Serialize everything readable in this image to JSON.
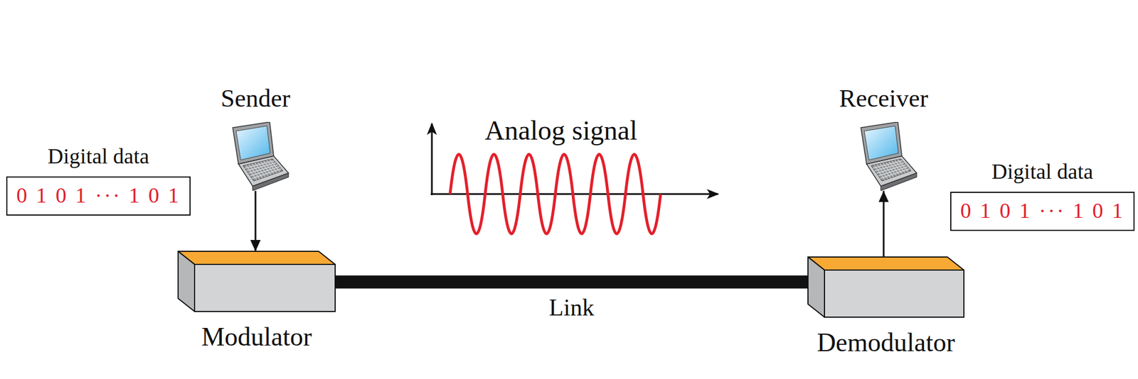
{
  "diagram": {
    "nodes": [
      {
        "text": [
          "Digital data",
          "0 1 0 1 ··· 1 0 1"
        ]
      },
      {
        "text": [
          "Sender"
        ]
      },
      {
        "text": [
          "Modulator"
        ]
      },
      {
        "text": [
          "Receiver"
        ]
      },
      {
        "text": [
          "Digital data",
          "0 1 0 1 ··· 1 0 1"
        ]
      },
      {
        "text": [
          "Demodulator"
        ]
      }
    ],
    "edges": [
      {
        "from": 1,
        "to": 2,
        "arrow": "to"
      },
      {
        "from": 2,
        "to": 5,
        "label": "Link",
        "arrow": "none"
      },
      {
        "from": 5,
        "to": 3,
        "arrow": "to"
      }
    ],
    "labels": [
      "Analog signal"
    ]
  }
}
